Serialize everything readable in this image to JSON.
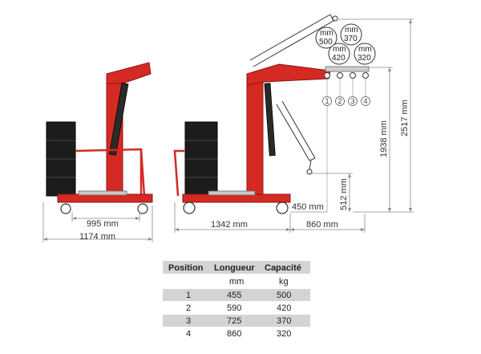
{
  "dimensions": {
    "front_inner_width": "995 mm",
    "front_outer_width": "1174 mm",
    "side_length": "1342 mm",
    "boom_reach": "860 mm",
    "min_height": "450 mm",
    "low_hook_height": "512 mm",
    "mid_height": "1938 mm",
    "max_height": "2517 mm"
  },
  "capacity_circles": [
    "mm 500",
    "mm 370",
    "mm 420",
    "mm 320"
  ],
  "circle_labels": [
    {
      "top": "mm",
      "bottom": "500"
    },
    {
      "top": "mm",
      "bottom": "370"
    },
    {
      "top": "mm",
      "bottom": "420"
    },
    {
      "top": "mm",
      "bottom": "320"
    }
  ],
  "hook_positions": [
    "1",
    "2",
    "3",
    "4"
  ],
  "table": {
    "headers": [
      "Position",
      "Longueur",
      "Capacité"
    ],
    "units": [
      "",
      "mm",
      "kg"
    ],
    "rows": [
      [
        "1",
        "455",
        "500"
      ],
      [
        "2",
        "590",
        "420"
      ],
      [
        "3",
        "725",
        "370"
      ],
      [
        "4",
        "860",
        "320"
      ]
    ]
  },
  "colors": {
    "frame": "#d42a23",
    "frame_dark": "#a81d18",
    "weight": "#1c1c1c",
    "dim_line": "#8a8a8a",
    "table_shade": "#d4d4d4"
  }
}
